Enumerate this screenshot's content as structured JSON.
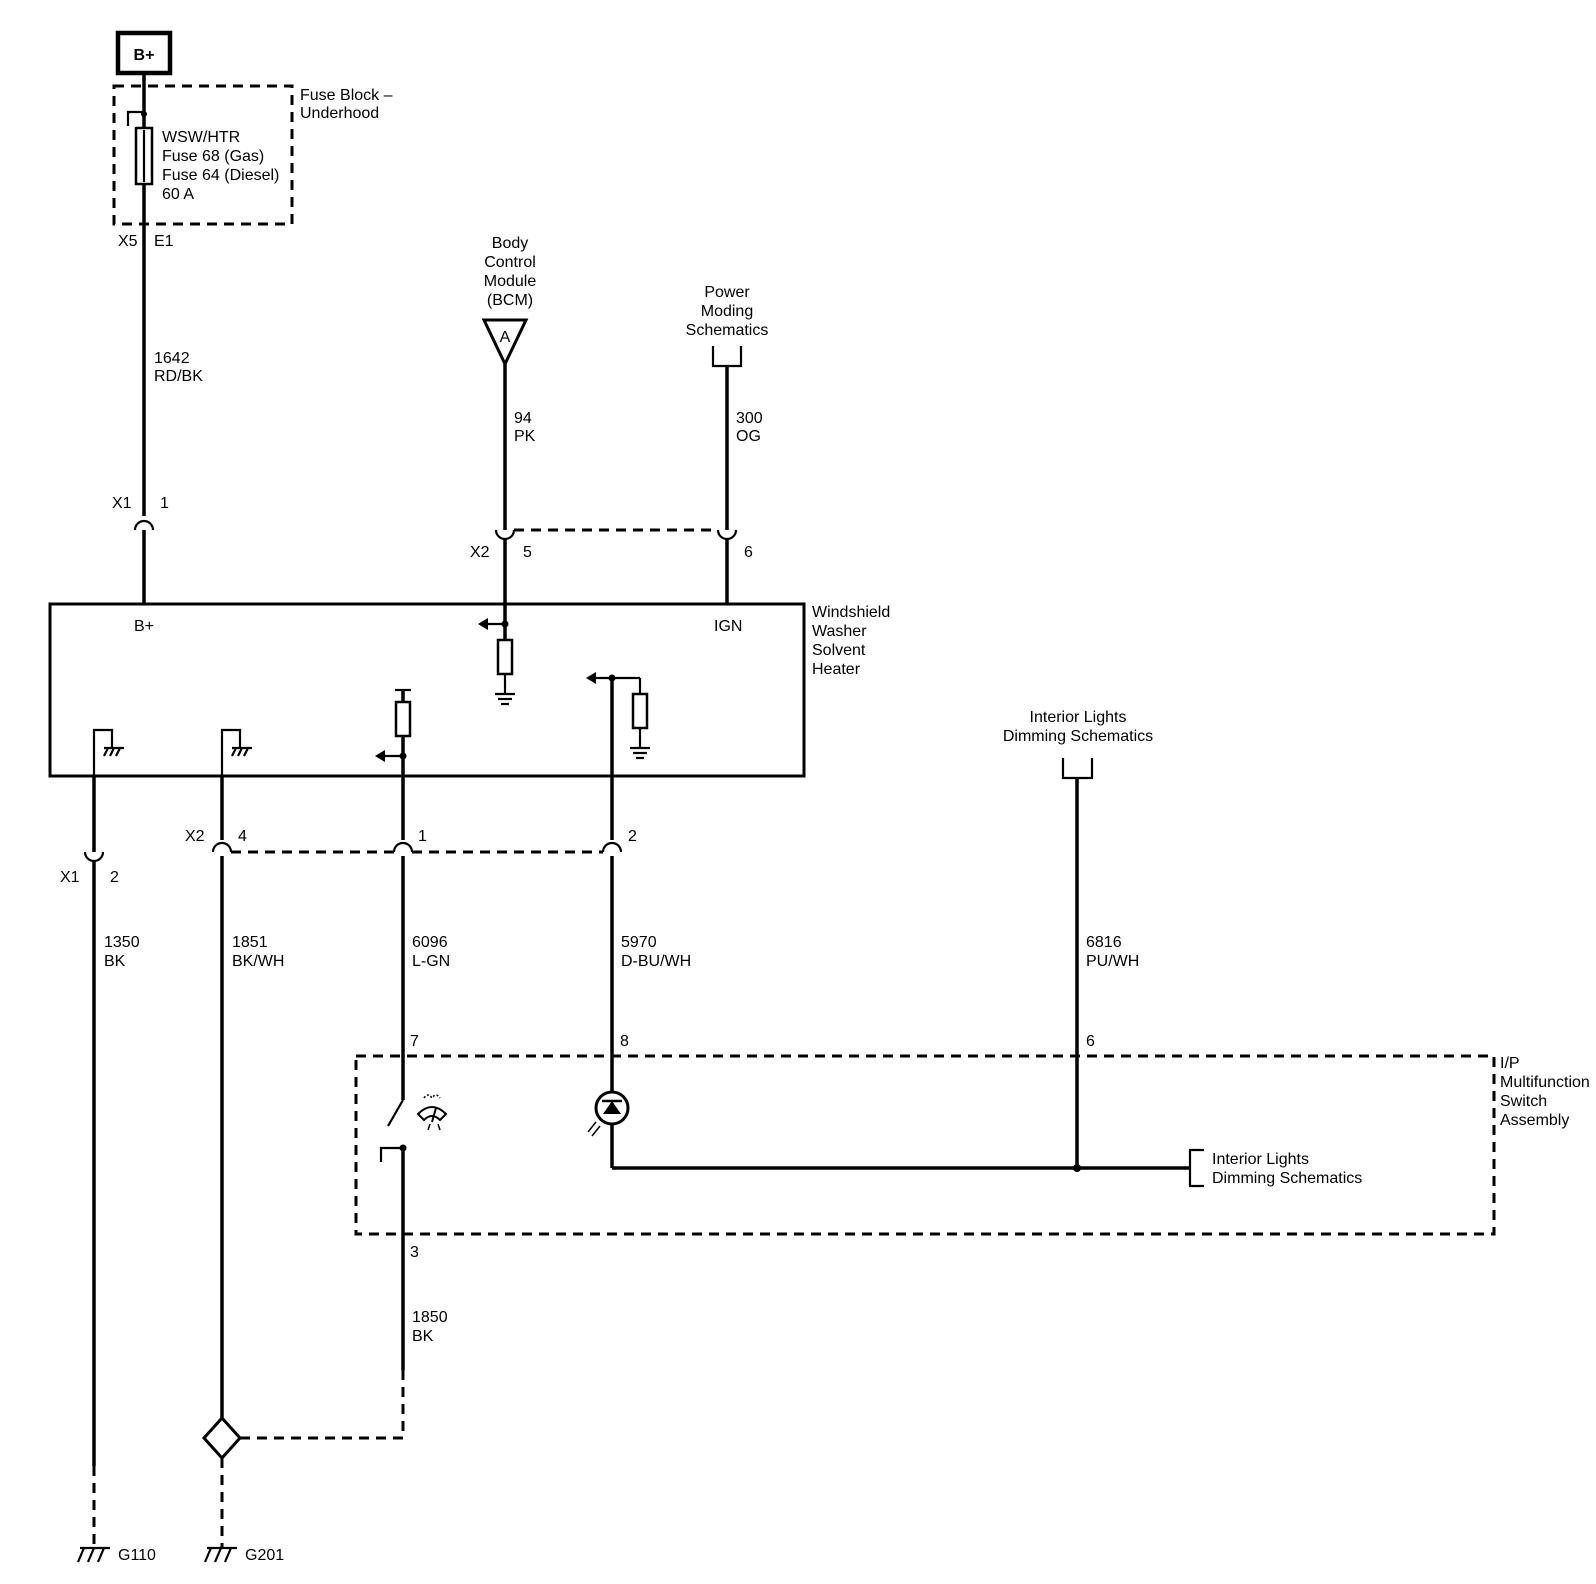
{
  "source": {
    "label": "B+"
  },
  "fuse_block": {
    "title": [
      "Fuse Block –",
      "Underhood"
    ],
    "fuse_lines": [
      "WSW/HTR",
      "Fuse 68 (Gas)",
      "Fuse 64 (Diesel)",
      "60 A"
    ],
    "connector": "X5",
    "pin": "E1"
  },
  "wires": {
    "w1642": [
      "1642",
      "RD/BK"
    ],
    "w94": [
      "94",
      "PK"
    ],
    "w300": [
      "300",
      "OG"
    ],
    "w1350": [
      "1350",
      "BK"
    ],
    "w1851": [
      "1851",
      "BK/WH"
    ],
    "w6096": [
      "6096",
      "L-GN"
    ],
    "w5970": [
      "5970",
      "D-BU/WH"
    ],
    "w6816": [
      "6816",
      "PU/WH"
    ],
    "w1850": [
      "1850",
      "BK"
    ]
  },
  "references": {
    "bcm": [
      "Body",
      "Control",
      "Module",
      "(BCM)"
    ],
    "bcm_symbol": "A",
    "power_moding": [
      "Power",
      "Moding",
      "Schematics"
    ],
    "interior_top": [
      "Interior Lights",
      "Dimming Schematics"
    ],
    "interior_right": [
      "Interior Lights",
      "Dimming Schematics"
    ]
  },
  "heater": {
    "title": [
      "Windshield",
      "Washer",
      "Solvent",
      "Heater"
    ],
    "pin_bplus": "B+",
    "pin_ign": "IGN"
  },
  "connectors_top": {
    "x1": "X1",
    "x1_pin": "1",
    "x2": "X2",
    "x2_pin5": "5",
    "x2_pin6": "6"
  },
  "connectors_bottom": {
    "x1": "X1",
    "x1_pin": "2",
    "x2": "X2",
    "x2_pin4": "4",
    "x2_pin1": "1",
    "x2_pin2": "2"
  },
  "switch_assembly": {
    "title": [
      "I/P",
      "Multifunction",
      "Switch",
      "Assembly"
    ],
    "pin7": "7",
    "pin8": "8",
    "pin6": "6",
    "pin3": "3"
  },
  "grounds": {
    "g110": "G110",
    "g201": "G201"
  }
}
